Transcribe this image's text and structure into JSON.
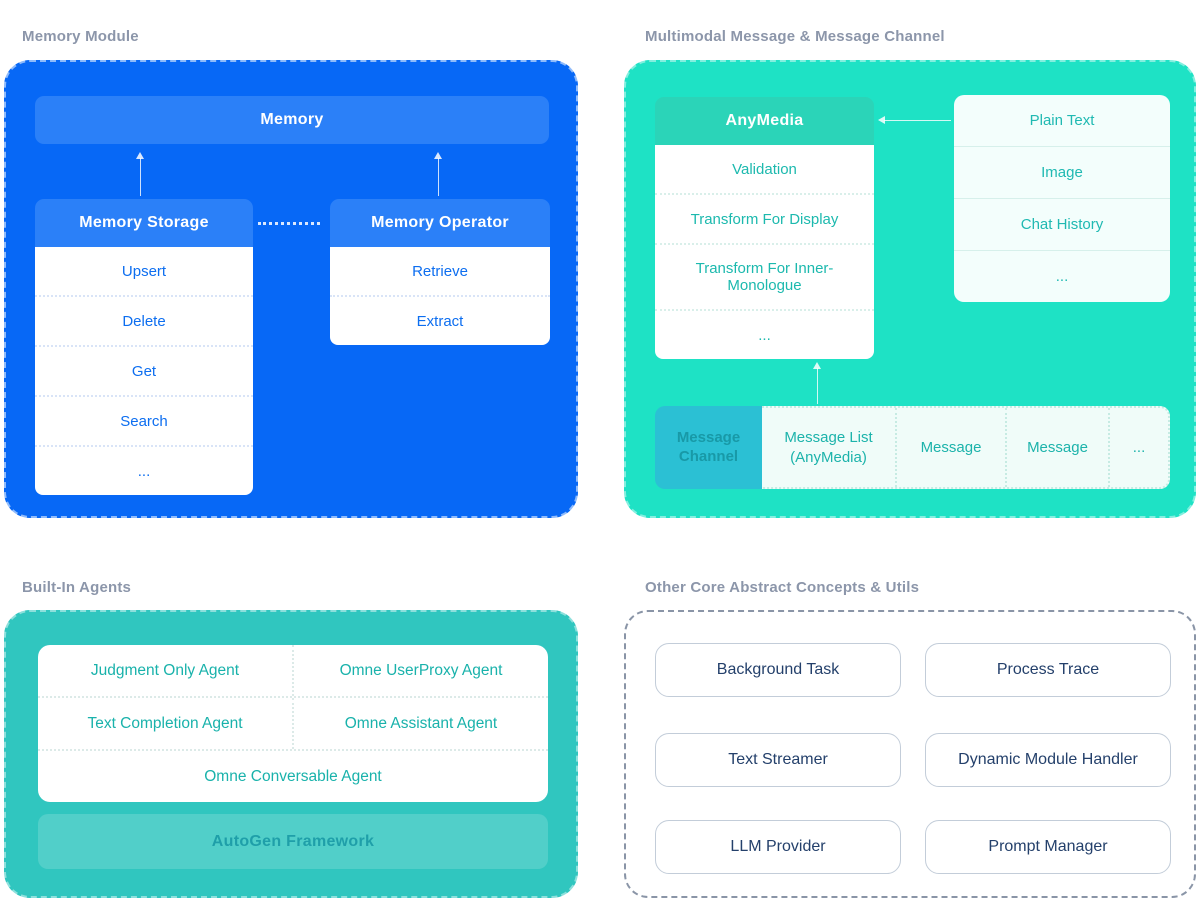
{
  "colors": {
    "blue_panel": "#0768F6",
    "blue_box": "#2B80F8",
    "blue_text": "#0D6EF0",
    "teal_panel": "#1EE2C5",
    "teal_header": "#2BD4B8",
    "teal2_panel": "#30C6BF",
    "cyan_box": "#2BC0D4",
    "teal_text": "#1CB9AE",
    "navy_text": "#24406B",
    "label_gray": "#8C96AA"
  },
  "memory_module": {
    "label": "Memory Module",
    "memory_title": "Memory",
    "storage_title": "Memory Storage",
    "storage_items": [
      "Upsert",
      "Delete",
      "Get",
      "Search",
      "..."
    ],
    "operator_title": "Memory Operator",
    "operator_items": [
      "Retrieve",
      "Extract"
    ]
  },
  "multimodal": {
    "label": "Multimodal Message & Message Channel",
    "anymedia_title": "AnyMedia",
    "anymedia_items": [
      "Validation",
      "Transform For Display",
      "Transform For Inner-Monologue",
      "..."
    ],
    "media_items": [
      "Plain Text",
      "Image",
      "Chat History",
      "..."
    ],
    "channel_label": "Message Channel",
    "bar_segments": [
      "Message List (AnyMedia)",
      "Message",
      "Message",
      "..."
    ]
  },
  "builtin_agents": {
    "label": "Built-In Agents",
    "row1": [
      "Judgment Only Agent",
      "Omne UserProxy Agent"
    ],
    "row2": [
      "Text Completion Agent",
      "Omne Assistant Agent"
    ],
    "row3": "Omne Conversable Agent",
    "framework": "AutoGen Framework"
  },
  "other_utils": {
    "label": "Other Core Abstract Concepts & Utils",
    "boxes": [
      "Background Task",
      "Process Trace",
      "Text Streamer",
      "Dynamic Module Handler",
      "LLM Provider",
      "Prompt Manager"
    ]
  }
}
